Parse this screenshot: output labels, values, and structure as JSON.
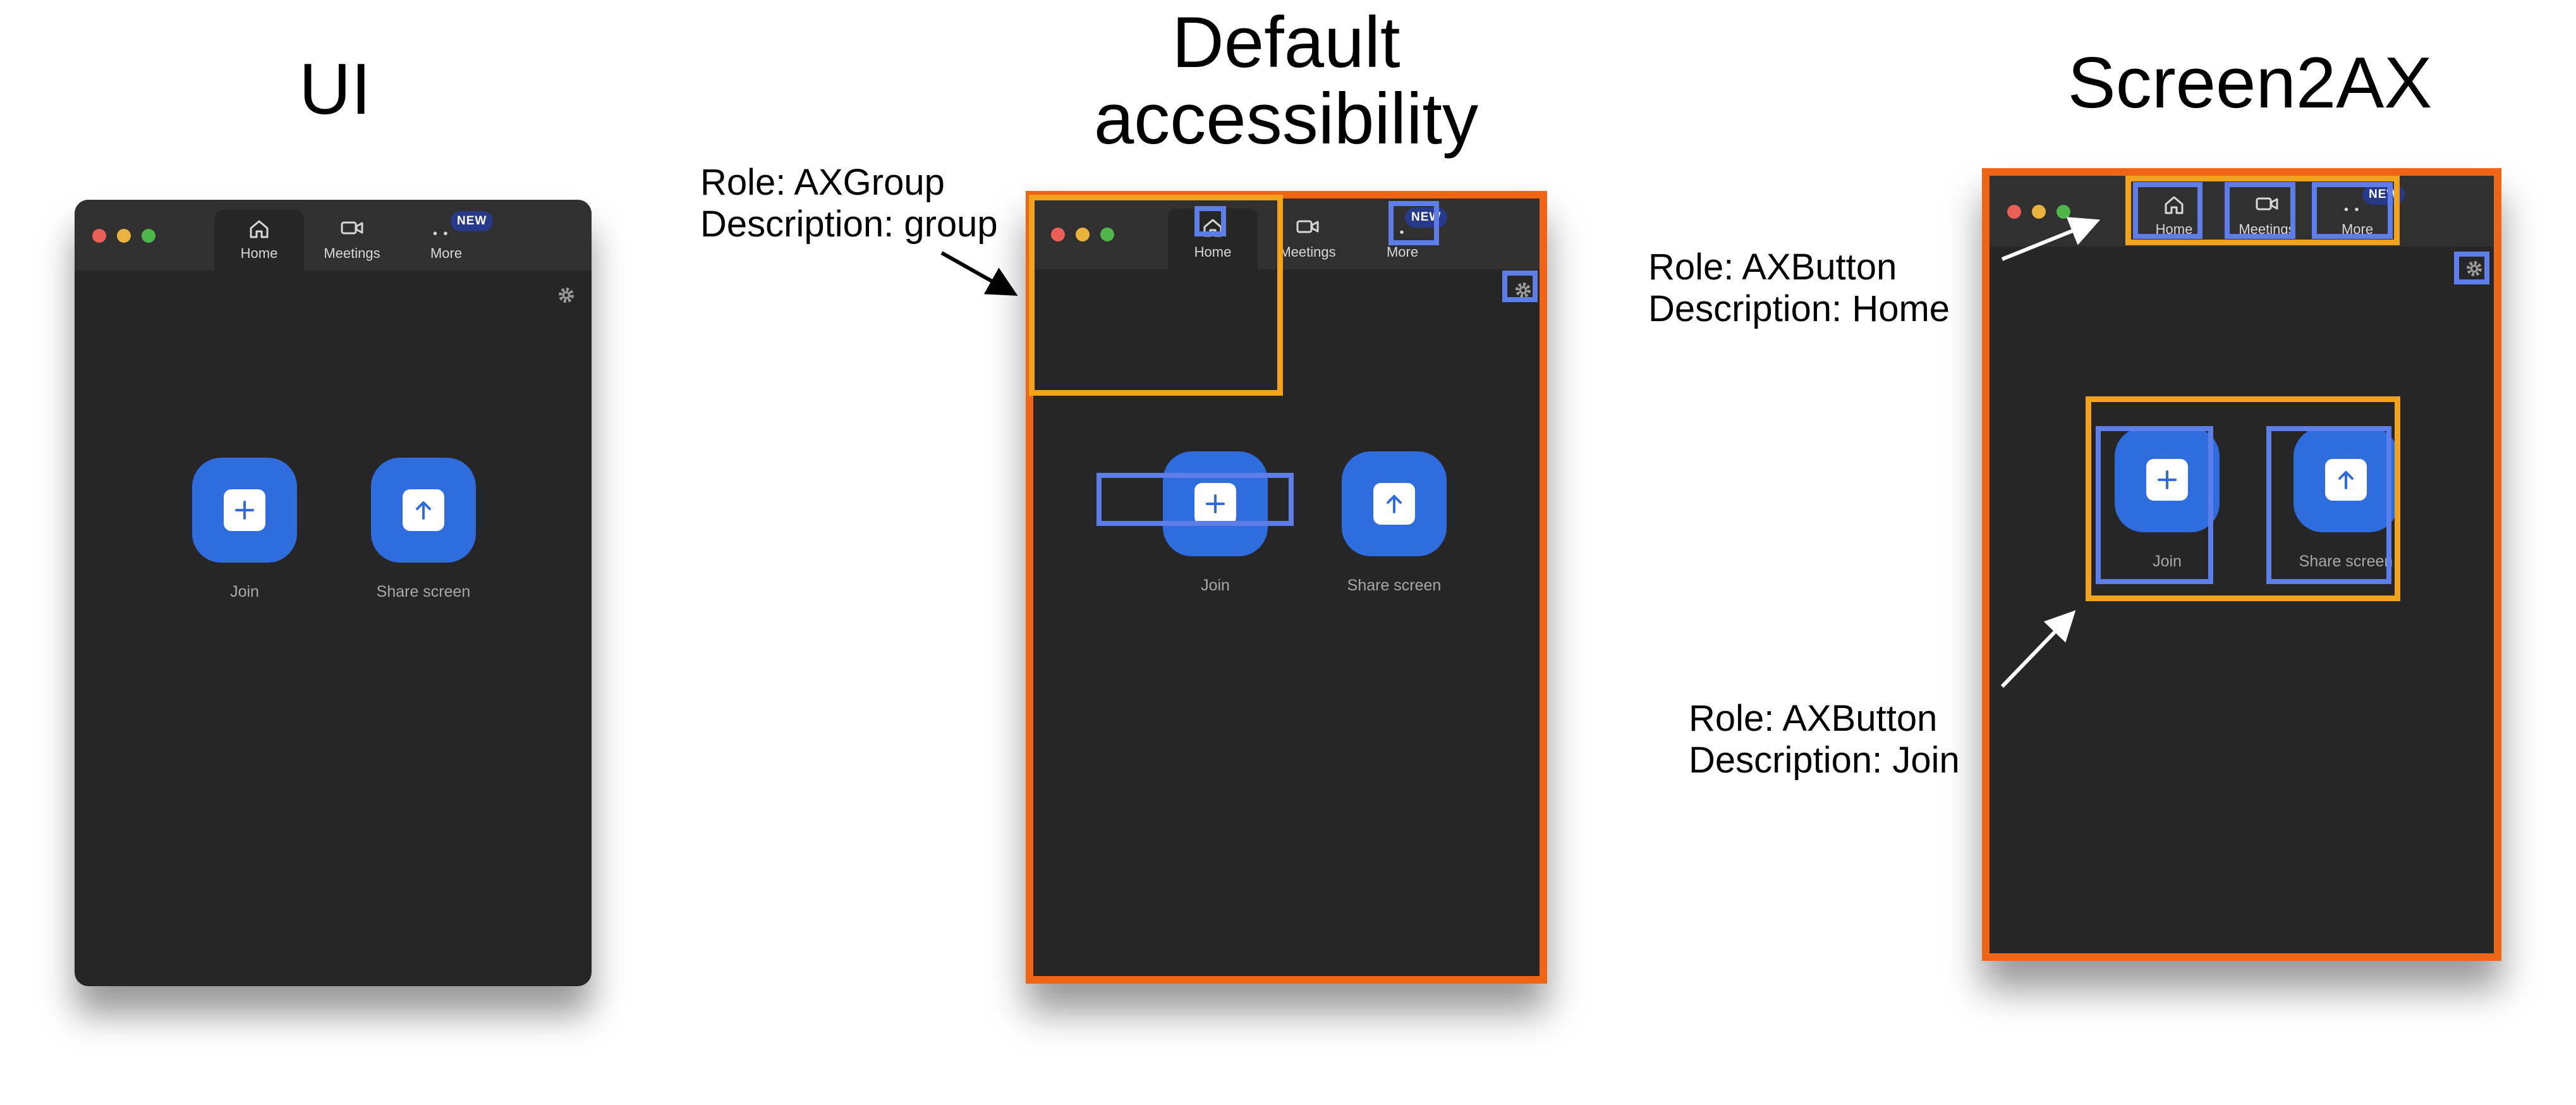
{
  "titles": {
    "ui": "UI",
    "default": "Default\naccessibility",
    "screen2ax": "Screen2AX"
  },
  "annotations": {
    "group": {
      "role": "Role: AXGroup",
      "description": "Description: group"
    },
    "home": {
      "role": "Role: AXButton",
      "description": "Description: Home"
    },
    "join": {
      "role": "Role: AXButton",
      "description": "Description: Join"
    }
  },
  "app": {
    "tabs": {
      "home": "Home",
      "meetings": "Meetings",
      "more": "More"
    },
    "badge": "NEW",
    "more_dots": "• •",
    "actions": {
      "join": "Join",
      "share": "Share screen"
    }
  },
  "colors": {
    "window_bg": "#262626",
    "titlebar_bg": "#303030",
    "action_blue": "#2f6cde",
    "badge_bg": "#273a8a",
    "outline_orange": "#ee6516",
    "box_yellow": "#f3a31b",
    "box_blue": "#5d7ee9",
    "traffic_red": "#ec5f57",
    "traffic_yellow": "#e9b33d",
    "traffic_green": "#4fb64a"
  },
  "icons": [
    "home-icon",
    "video-camera-icon",
    "more-dots-icon",
    "gear-icon",
    "plus-icon",
    "arrow-up-icon",
    "pointer-arrow"
  ]
}
